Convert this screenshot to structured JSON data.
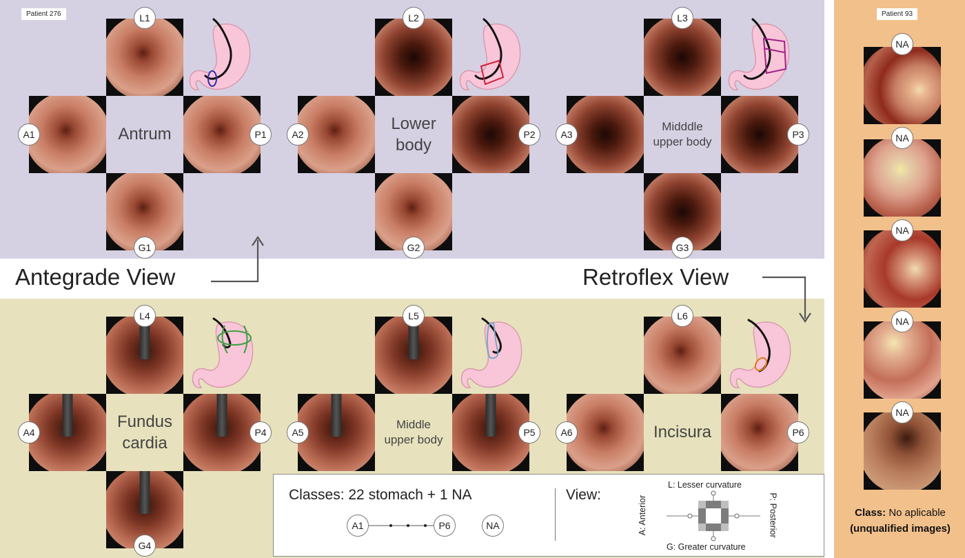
{
  "patients": {
    "left": "Patient 276",
    "right": "Patient 93"
  },
  "views": {
    "antegrade": "Antegrade View",
    "retroflex": "Retroflex View"
  },
  "regions": [
    {
      "id": 1,
      "name_lines": [
        "Antrum"
      ],
      "badges": [
        "L1",
        "A1",
        "P1",
        "G1"
      ],
      "marker_color": "#2a2eb0"
    },
    {
      "id": 2,
      "name_lines": [
        "Lower",
        "body"
      ],
      "badges": [
        "L2",
        "A2",
        "P2",
        "G2"
      ],
      "marker_color": "#d0203a"
    },
    {
      "id": 3,
      "name_lines": [
        "Midddle",
        "upper body"
      ],
      "badges": [
        "L3",
        "A3",
        "P3",
        "G3"
      ],
      "marker_color": "#a0208a"
    },
    {
      "id": 4,
      "name_lines": [
        "Fundus",
        "cardia"
      ],
      "badges": [
        "L4",
        "A4",
        "P4",
        "G4"
      ],
      "marker_color": "#3aa040"
    },
    {
      "id": 5,
      "name_lines": [
        "Middle",
        "upper body"
      ],
      "badges": [
        "L5",
        "A5",
        "P5"
      ],
      "marker_color": "#7aa8c8"
    },
    {
      "id": 6,
      "name_lines": [
        "Incisura"
      ],
      "badges": [
        "L6",
        "A6",
        "P6"
      ],
      "marker_color": "#e07a10"
    }
  ],
  "na_badge": "NA",
  "right_panel": {
    "class_label": "Class:",
    "class_value": "No aplicable",
    "class_note": "(unqualified images)"
  },
  "legend": {
    "classes_label": "Classes:",
    "classes_value": "22 stomach + 1 NA",
    "first_class": "A1",
    "last_class": "P6",
    "na_class": "NA",
    "view_label": "View:",
    "lesser": "L: Lesser curvature",
    "greater": "G: Greater curvature",
    "anterior": "A: Anterior",
    "posterior": "P: Posterior"
  },
  "colors": {
    "top_band": "#d6d0e3",
    "bottom_band": "#e7e2bd",
    "right_band": "#f2c08b",
    "stomach": "#f8c6d8"
  }
}
